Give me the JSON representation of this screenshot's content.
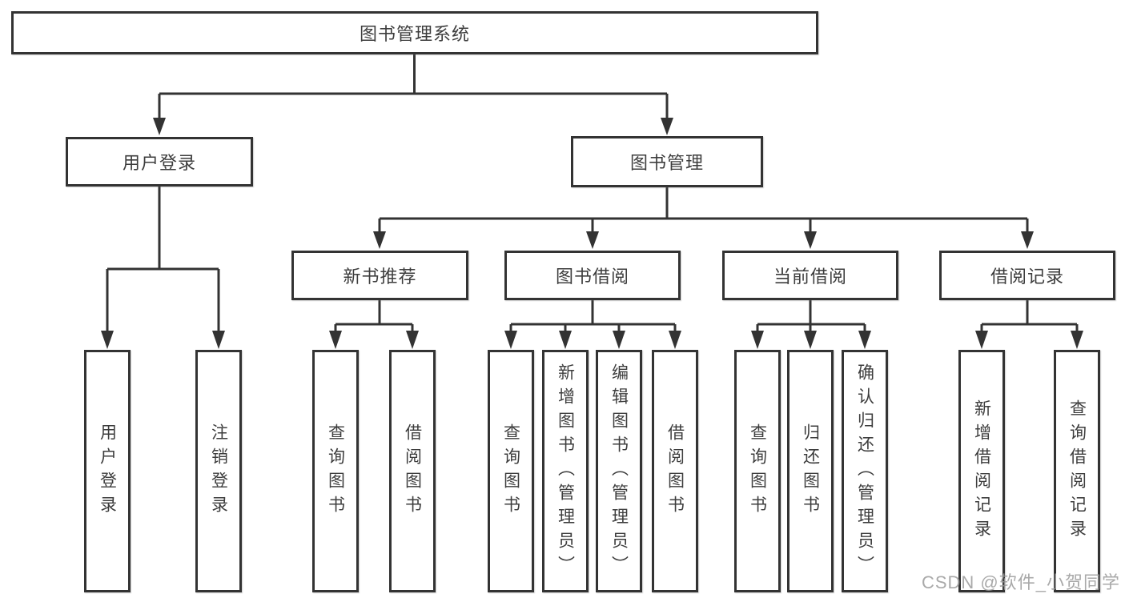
{
  "colors": {
    "line": "#333333",
    "text": "#3d3d3d",
    "watermark": "#9b9b9b",
    "background": "#ffffff"
  },
  "tree": {
    "root": {
      "label": "图书管理系统"
    },
    "branches": [
      {
        "label": "用户登录",
        "children": [
          {
            "label": "用户登录"
          },
          {
            "label": "注销登录"
          }
        ]
      },
      {
        "label": "图书管理",
        "children": [
          {
            "label": "新书推荐",
            "children": [
              {
                "label": "查询图书"
              },
              {
                "label": "借阅图书"
              }
            ]
          },
          {
            "label": "图书借阅",
            "children": [
              {
                "label": "查询图书"
              },
              {
                "label": "新增图书（管理员）"
              },
              {
                "label": "编辑图书（管理员）"
              },
              {
                "label": "借阅图书"
              }
            ]
          },
          {
            "label": "当前借阅",
            "children": [
              {
                "label": "查询图书"
              },
              {
                "label": "归还图书"
              },
              {
                "label": "确认归还（管理员）"
              }
            ]
          },
          {
            "label": "借阅记录",
            "children": [
              {
                "label": "新增借阅记录"
              },
              {
                "label": "查询借阅记录"
              }
            ]
          }
        ]
      }
    ]
  },
  "watermark": "CSDN @软件_小贺同学"
}
